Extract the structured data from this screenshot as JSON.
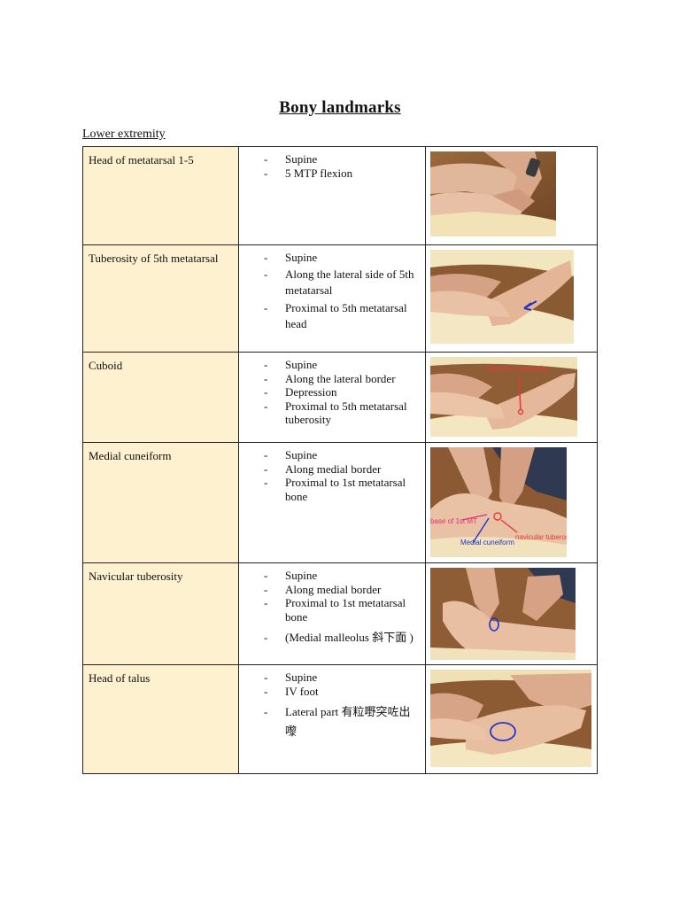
{
  "document": {
    "title": "Bony landmarks",
    "section": "Lower extremity"
  },
  "rows": [
    {
      "name": "Head of metatarsal 1-5",
      "steps": [
        "Supine",
        "5 MTP flexion"
      ],
      "photo_icon": "hands-palpating-toes-photo"
    },
    {
      "name": "Tuberosity of 5th metatarsal",
      "steps": [
        "Supine",
        "Along the lateral side of 5th metatarsal",
        "Proximal to 5th metatarsal head"
      ],
      "photo_icon": "lateral-foot-arrow-photo"
    },
    {
      "name": "Cuboid",
      "steps": [
        "Supine",
        "Along the lateral border",
        "Depression",
        "Proximal to 5th metatarsal tuberosity"
      ],
      "photo_icon": "lateral-foot-annotated-photo",
      "photo_label": "5th MT tuberosity"
    },
    {
      "name": "Medial cuneiform",
      "steps": [
        "Supine",
        "Along medial border",
        "Proximal to 1st metatarsal bone"
      ],
      "photo_icon": "medial-foot-annotated-photo",
      "photo_labels": [
        "base of 1st MT",
        "Medial cuneiform",
        "navicular tuberosity"
      ]
    },
    {
      "name": "Navicular tuberosity",
      "steps": [
        "Supine",
        "Along medial border",
        "Proximal to 1st metatarsal bone",
        "(Medial malleolus 斜下面 )"
      ],
      "photo_icon": "medial-foot-circle-photo"
    },
    {
      "name": "Head of talus",
      "steps": [
        "Supine",
        "IV foot",
        "Lateral part 有粒嘢突咗出嚟"
      ],
      "photo_icon": "foot-inversion-circle-photo"
    }
  ],
  "colors": {
    "name_column_bg": "#fef1cf",
    "annotation_red": "#e23a3a",
    "annotation_blue": "#2233cc",
    "annotation_pink": "#e0307a"
  }
}
